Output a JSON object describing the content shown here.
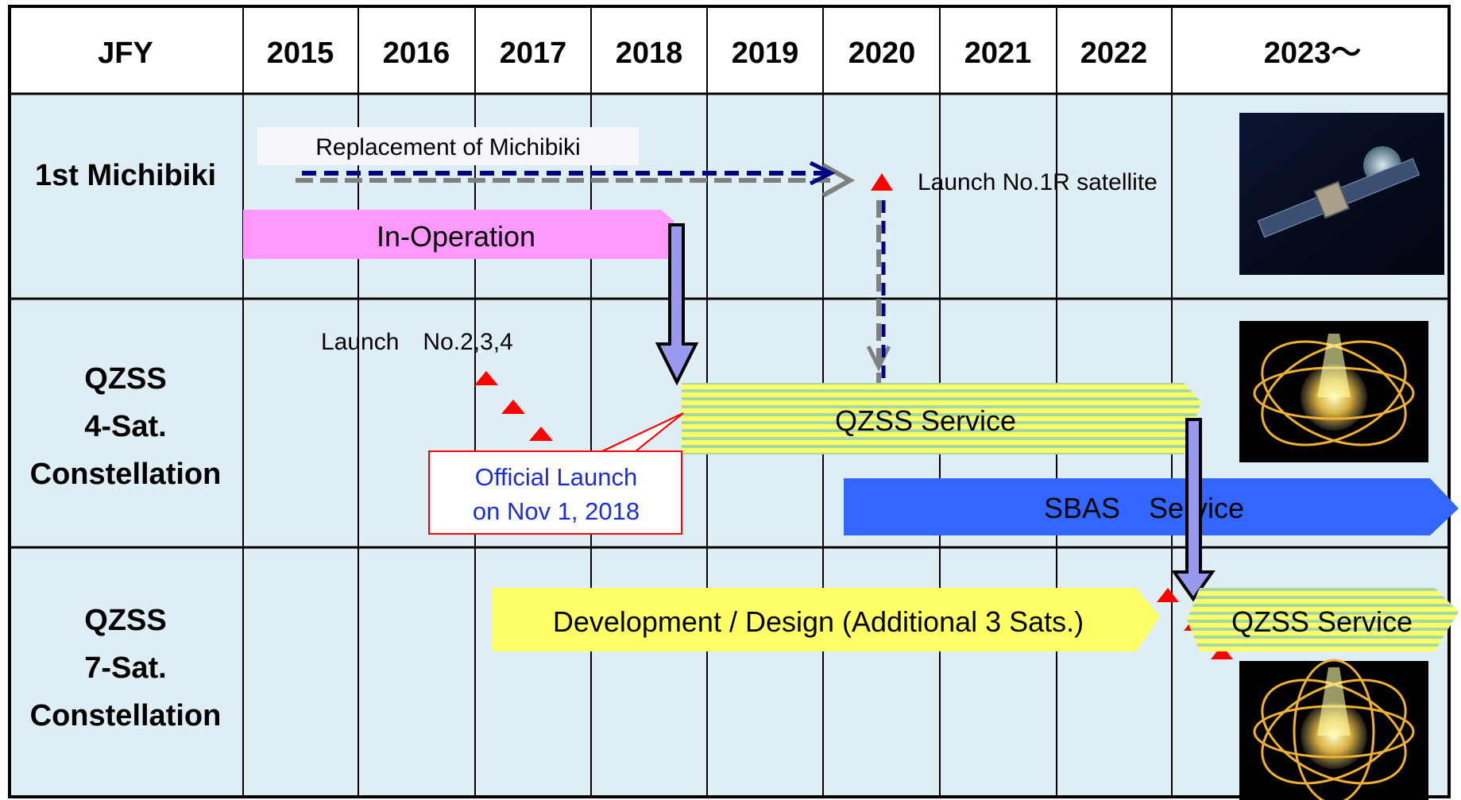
{
  "header": {
    "corner_label": "JFY",
    "years": [
      "2015",
      "2016",
      "2017",
      "2018",
      "2019",
      "2020",
      "2021",
      "2022",
      "2023～"
    ]
  },
  "rows": {
    "michibiki": {
      "label": "1st Michibiki"
    },
    "qzss4": {
      "label_lines": [
        "QZSS",
        "4-Sat.",
        "Constellation"
      ]
    },
    "qzss7": {
      "label_lines": [
        "QZSS",
        "7-Sat.",
        "Constellation"
      ]
    }
  },
  "annotations": {
    "replacement": "Replacement of Michibiki",
    "launch_1r": "Launch No.1R satellite",
    "launch_234": "Launch　No.2,3,4",
    "official_launch_lines": [
      "Official Launch",
      "on Nov 1, 2018"
    ]
  },
  "bars": {
    "in_operation": "In-Operation",
    "qzss_service": "QZSS Service",
    "sbas_service": "SBAS　Service",
    "development": "Development / Design (Additional 3 Sats.)",
    "qzss_service_7": "QZSS Service"
  },
  "images": {
    "satellite": "satellite-in-orbit-image",
    "constellation": "orbit-constellation-image"
  },
  "colors": {
    "grid_bg": "#deeef4",
    "header_bg": "#ffffff",
    "in_operation": "#ff99ff",
    "qzss_stripe_a": "#ffff66",
    "qzss_stripe_b": "#a6d8a6",
    "sbas": "#3366ff",
    "development": "#ffff66",
    "launch_marker": "#ff0000",
    "arrow_navy": "#000080",
    "arrow_grey": "#808080",
    "official_box_border": "#ff0000",
    "official_text": "#1a2dd6"
  }
}
